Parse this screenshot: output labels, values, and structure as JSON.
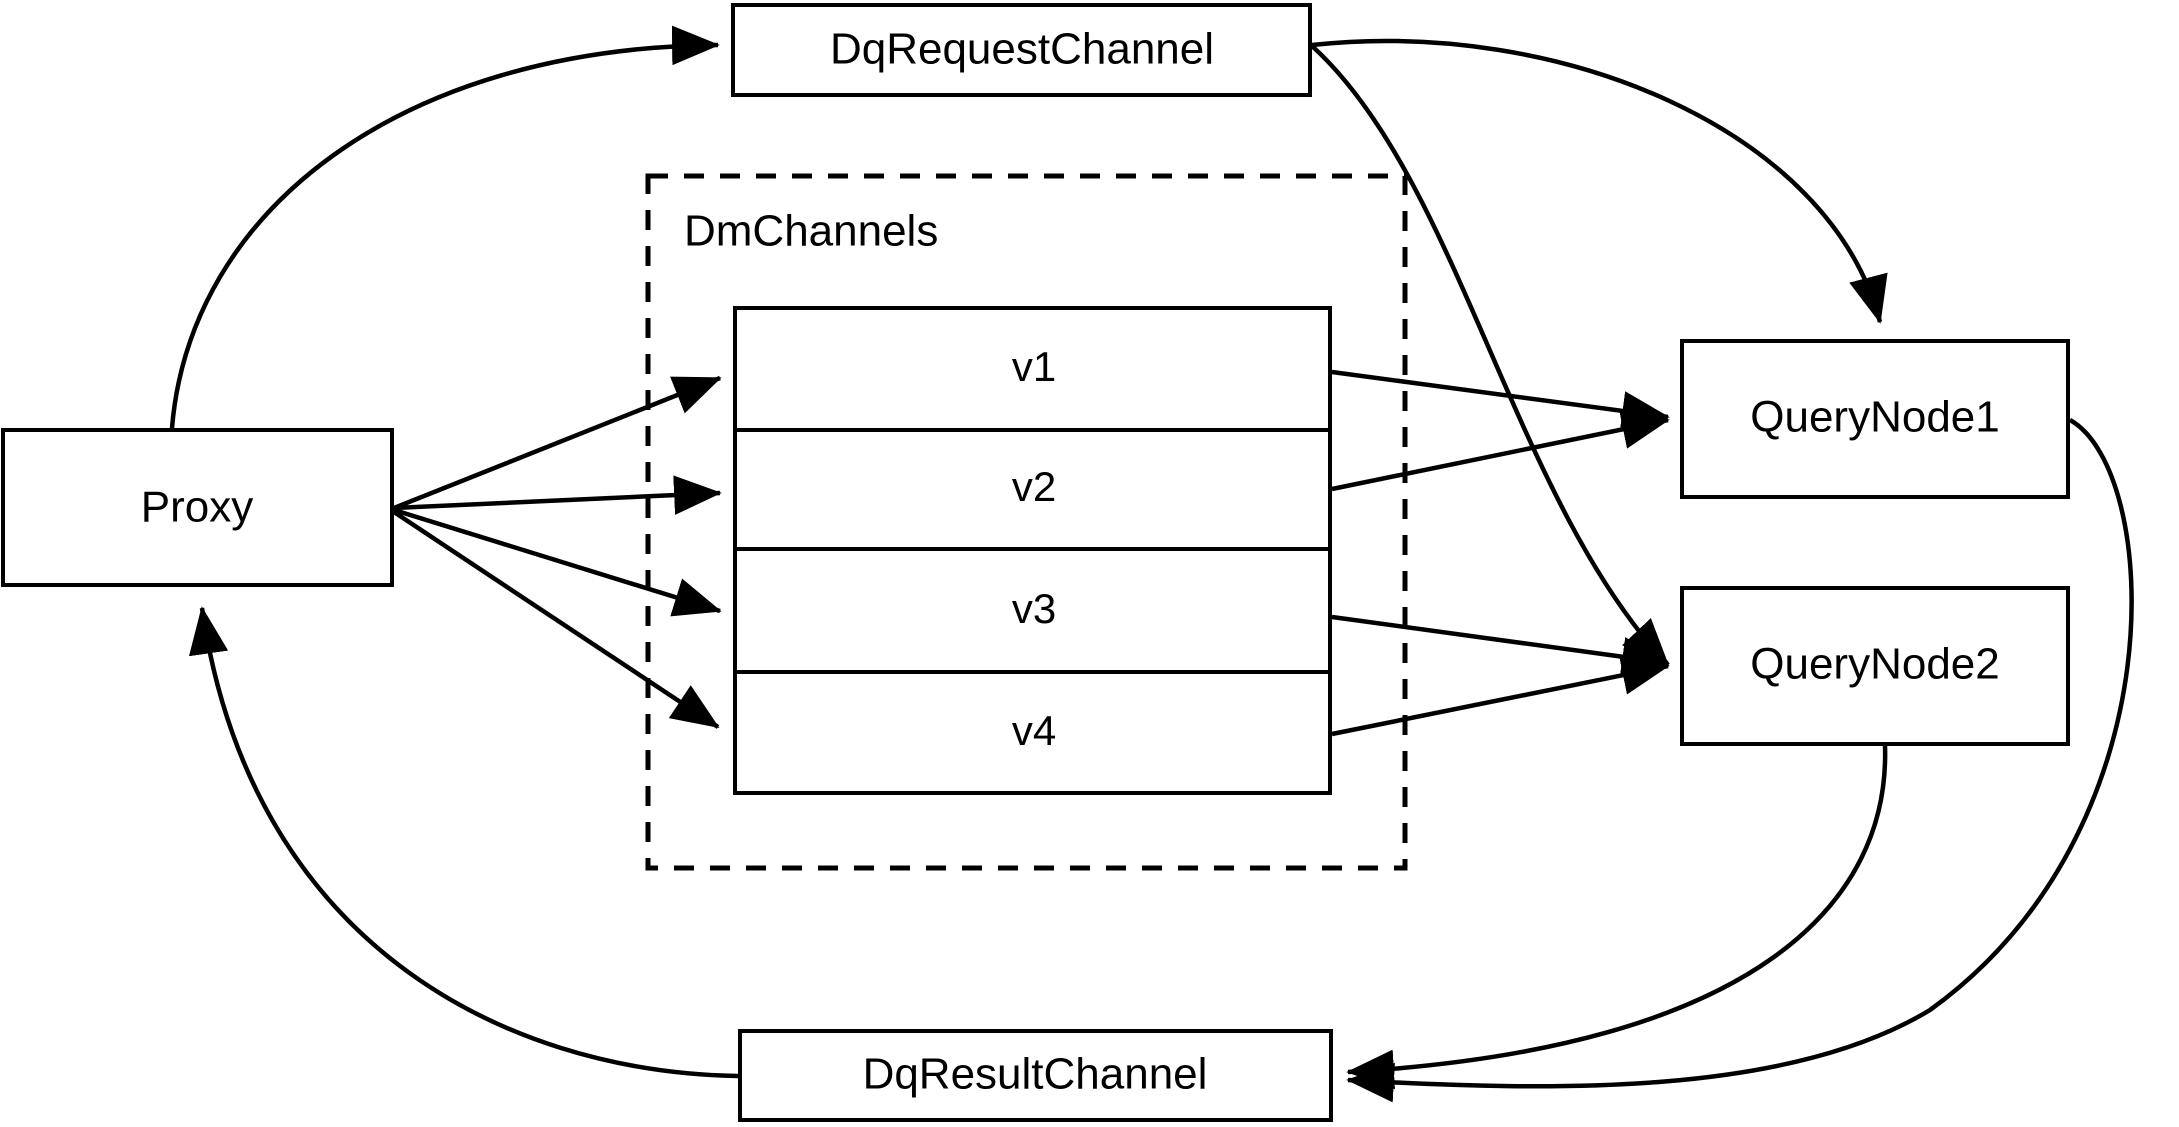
{
  "diagram": {
    "title": "Milvus distributed query channel dataflow",
    "background_color": "#ffffff",
    "stroke_color": "#000000",
    "nodes": {
      "proxy": {
        "label": "Proxy"
      },
      "dq_request_channel": {
        "label": "DqRequestChannel"
      },
      "dq_result_channel": {
        "label": "DqResultChannel"
      },
      "query_node_1": {
        "label": "QueryNode1"
      },
      "query_node_2": {
        "label": "QueryNode2"
      }
    },
    "group": {
      "label": "DmChannels",
      "style": "dashed"
    },
    "channel_rows": [
      {
        "label": "v1"
      },
      {
        "label": "v2"
      },
      {
        "label": "v3"
      },
      {
        "label": "v4"
      }
    ],
    "edges": [
      {
        "from": "Proxy",
        "to": "DqRequestChannel",
        "style": "curved",
        "arrow": "to"
      },
      {
        "from": "Proxy",
        "to": "v1",
        "style": "straight",
        "arrow": "to"
      },
      {
        "from": "Proxy",
        "to": "v2",
        "style": "straight",
        "arrow": "to"
      },
      {
        "from": "Proxy",
        "to": "v3",
        "style": "straight",
        "arrow": "to"
      },
      {
        "from": "Proxy",
        "to": "v4",
        "style": "straight",
        "arrow": "to"
      },
      {
        "from": "DqRequestChannel",
        "to": "QueryNode1",
        "style": "curved",
        "arrow": "to"
      },
      {
        "from": "DqRequestChannel",
        "to": "QueryNode2",
        "style": "curved",
        "arrow": "to"
      },
      {
        "from": "v1",
        "to": "QueryNode1",
        "style": "straight",
        "arrow": "to"
      },
      {
        "from": "v2",
        "to": "QueryNode1",
        "style": "straight",
        "arrow": "to"
      },
      {
        "from": "v3",
        "to": "QueryNode2",
        "style": "straight",
        "arrow": "to"
      },
      {
        "from": "v4",
        "to": "QueryNode2",
        "style": "straight",
        "arrow": "to"
      },
      {
        "from": "QueryNode1",
        "to": "DqResultChannel",
        "style": "curved",
        "arrow": "to"
      },
      {
        "from": "QueryNode2",
        "to": "DqResultChannel",
        "style": "curved",
        "arrow": "to"
      },
      {
        "from": "DqResultChannel",
        "to": "Proxy",
        "style": "curved",
        "arrow": "to"
      }
    ]
  }
}
